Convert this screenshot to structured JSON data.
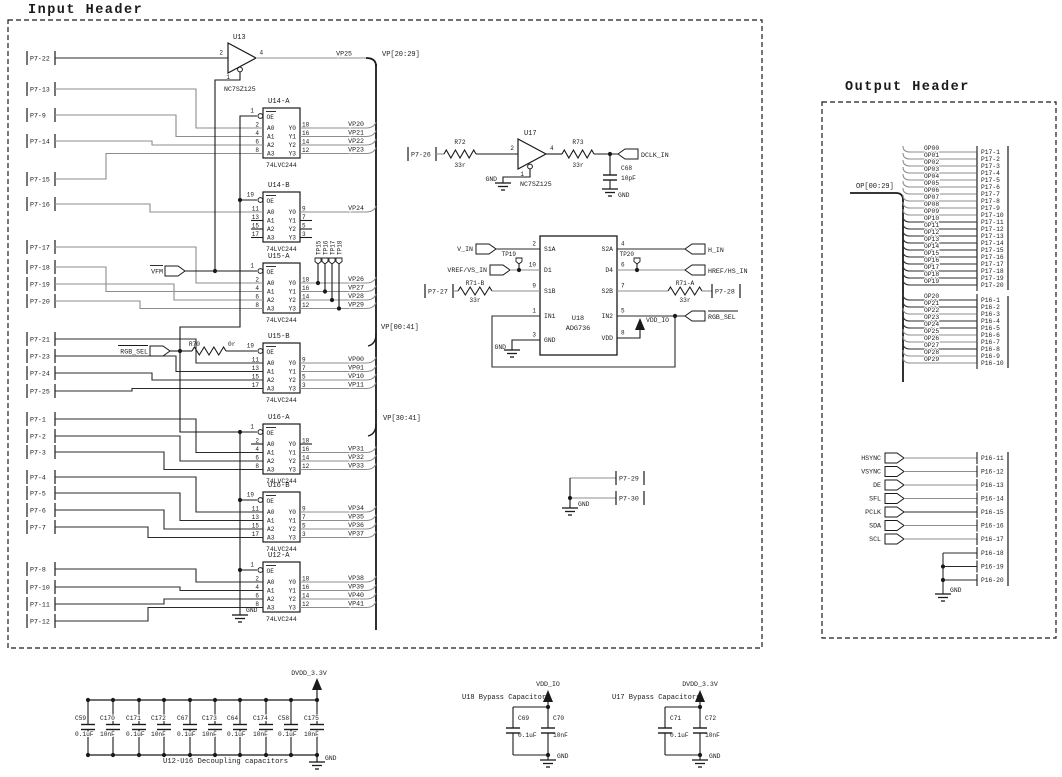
{
  "input_header": {
    "title": "Input Header",
    "p7_pins": [
      [
        "P7-22",
        58
      ],
      [
        "P7-13",
        89
      ],
      [
        "P7-9",
        115
      ],
      [
        "P7-14",
        141
      ],
      [
        "P7-15",
        179
      ],
      [
        "P7-16",
        204
      ],
      [
        "P7-17",
        247
      ],
      [
        "P7-18",
        267
      ],
      [
        "P7-19",
        284
      ],
      [
        "P7-20",
        301
      ],
      [
        "P7-21",
        339
      ],
      [
        "P7-23",
        356
      ],
      [
        "P7-24",
        373
      ],
      [
        "P7-25",
        391
      ],
      [
        "P7-1",
        419
      ],
      [
        "P7-2",
        436
      ],
      [
        "P7-3",
        452
      ],
      [
        "P7-4",
        477
      ],
      [
        "P7-5",
        493
      ],
      [
        "P7-6",
        510
      ],
      [
        "P7-7",
        527
      ],
      [
        "P7-8",
        569
      ],
      [
        "P7-10",
        587
      ],
      [
        "P7-11",
        604
      ],
      [
        "P7-12",
        621
      ]
    ],
    "u13": {
      "ref": "U13",
      "part": "NC7SZ125",
      "pin_in": "2",
      "pin_out": "4",
      "pin_oe": "1",
      "input_pin": "P7-22",
      "output_net": "VP25"
    },
    "bus_labels": {
      "top": "VP[20:29]",
      "mid": "VP[00:41]",
      "low": "VP[30:41]"
    },
    "oe_label": "OE",
    "vfm_net": "VFM",
    "rgb_sel_net": "RGB_SEL",
    "r70": {
      "ref": "R70",
      "value": "0r"
    },
    "oe_gnd": "GND",
    "test_points": [
      "TP15",
      "TP16",
      "TP17",
      "TP18"
    ],
    "blocks": [
      {
        "ref": "U14-A",
        "part": "74LVC244",
        "oe_pin": "1",
        "rows": [
          {
            "a": "A0",
            "y": "Y0",
            "a_pin": "2",
            "y_pin": "18",
            "input": "P7-13",
            "out_net": "VP20"
          },
          {
            "a": "A1",
            "y": "Y1",
            "a_pin": "4",
            "y_pin": "16",
            "input": "P7-9",
            "out_net": "VP21"
          },
          {
            "a": "A2",
            "y": "Y2",
            "a_pin": "6",
            "y_pin": "14",
            "input": "P7-14",
            "out_net": "VP22"
          },
          {
            "a": "A3",
            "y": "Y3",
            "a_pin": "8",
            "y_pin": "12",
            "input": "P7-15",
            "out_net": "VP23"
          }
        ]
      },
      {
        "ref": "U14-B",
        "part": "74LVC244",
        "oe_pin": "19",
        "rows": [
          {
            "a": "A0",
            "y": "Y0",
            "a_pin": "11",
            "y_pin": "9",
            "input": "P7-16",
            "out_net": "VP24"
          },
          {
            "a": "A1",
            "y": "Y1",
            "a_pin": "13",
            "y_pin": "7",
            "input": null,
            "out_net": null
          },
          {
            "a": "A2",
            "y": "Y2",
            "a_pin": "15",
            "y_pin": "5",
            "input": null,
            "out_net": null
          },
          {
            "a": "A3",
            "y": "Y3",
            "a_pin": "17",
            "y_pin": "3",
            "input": null,
            "out_net": null
          }
        ]
      },
      {
        "ref": "U15-A",
        "part": "74LVC244",
        "oe_pin": "1",
        "rows": [
          {
            "a": "A0",
            "y": "Y0",
            "a_pin": "2",
            "y_pin": "18",
            "input": "P7-17",
            "out_net": "VP26"
          },
          {
            "a": "A1",
            "y": "Y1",
            "a_pin": "4",
            "y_pin": "16",
            "input": "P7-18",
            "out_net": "VP27"
          },
          {
            "a": "A2",
            "y": "Y2",
            "a_pin": "6",
            "y_pin": "14",
            "input": "P7-19",
            "out_net": "VP28"
          },
          {
            "a": "A3",
            "y": "Y3",
            "a_pin": "8",
            "y_pin": "12",
            "input": "P7-20",
            "out_net": "VP29"
          }
        ]
      },
      {
        "ref": "U15-B",
        "part": "74LVC244",
        "oe_pin": "19",
        "rows": [
          {
            "a": "A0",
            "y": "Y0",
            "a_pin": "11",
            "y_pin": "9",
            "input": "P7-21",
            "out_net": "VP00"
          },
          {
            "a": "A1",
            "y": "Y1",
            "a_pin": "13",
            "y_pin": "7",
            "input": "P7-23",
            "out_net": "VP01"
          },
          {
            "a": "A2",
            "y": "Y2",
            "a_pin": "15",
            "y_pin": "5",
            "input": "P7-24",
            "out_net": "VP10"
          },
          {
            "a": "A3",
            "y": "Y3",
            "a_pin": "17",
            "y_pin": "3",
            "input": "P7-25",
            "out_net": "VP11"
          }
        ]
      },
      {
        "ref": "U16-A",
        "part": "74LVC244",
        "oe_pin": "1",
        "rows": [
          {
            "a": "A0",
            "y": "Y0",
            "a_pin": "2",
            "y_pin": "18",
            "input": null,
            "out_net": null
          },
          {
            "a": "A1",
            "y": "Y1",
            "a_pin": "4",
            "y_pin": "16",
            "input": "P7-1",
            "out_net": "VP31"
          },
          {
            "a": "A2",
            "y": "Y2",
            "a_pin": "6",
            "y_pin": "14",
            "input": "P7-2",
            "out_net": "VP32"
          },
          {
            "a": "A3",
            "y": "Y3",
            "a_pin": "8",
            "y_pin": "12",
            "input": "P7-3",
            "out_net": "VP33"
          }
        ]
      },
      {
        "ref": "U16-B",
        "part": "74LVC244",
        "oe_pin": "19",
        "rows": [
          {
            "a": "A0",
            "y": "Y0",
            "a_pin": "11",
            "y_pin": "9",
            "input": "P7-4",
            "out_net": "VP34"
          },
          {
            "a": "A1",
            "y": "Y1",
            "a_pin": "13",
            "y_pin": "7",
            "input": "P7-5",
            "out_net": "VP35"
          },
          {
            "a": "A2",
            "y": "Y2",
            "a_pin": "15",
            "y_pin": "5",
            "input": "P7-6",
            "out_net": "VP36"
          },
          {
            "a": "A3",
            "y": "Y3",
            "a_pin": "17",
            "y_pin": "3",
            "input": "P7-7",
            "out_net": "VP37"
          }
        ]
      },
      {
        "ref": "U12-A",
        "part": "74LVC244",
        "oe_pin": "1",
        "rows": [
          {
            "a": "A0",
            "y": "Y0",
            "a_pin": "2",
            "y_pin": "18",
            "input": "P7-8",
            "out_net": "VP38"
          },
          {
            "a": "A1",
            "y": "Y1",
            "a_pin": "4",
            "y_pin": "16",
            "input": "P7-10",
            "out_net": "VP39"
          },
          {
            "a": "A2",
            "y": "Y2",
            "a_pin": "6",
            "y_pin": "14",
            "input": "P7-11",
            "out_net": "VP40"
          },
          {
            "a": "A3",
            "y": "Y3",
            "a_pin": "8",
            "y_pin": "12",
            "input": "P7-12",
            "out_net": "VP41"
          }
        ]
      }
    ],
    "u17_circuit": {
      "input_pin": "P7-26",
      "r_in": {
        "ref": "R72",
        "value": "33r"
      },
      "buffer": {
        "ref": "U17",
        "part": "NC7SZ125",
        "pin_in": "2",
        "pin_out": "4",
        "pin_oe": "1"
      },
      "gnd": "GND",
      "r_out": {
        "ref": "R73",
        "value": "33r"
      },
      "cap": {
        "ref": "C68",
        "value": "10pF"
      },
      "cap_gnd": "GND",
      "output_net": "DCLK_IN"
    },
    "u18_circuit": {
      "ref": "U18",
      "part": "ADG736",
      "pins_left": [
        {
          "name": "S1A",
          "num": "2"
        },
        {
          "name": "D1",
          "num": "10"
        },
        {
          "name": "S1B",
          "num": "9"
        },
        {
          "name": "IN1",
          "num": "1"
        },
        {
          "name": "GND",
          "num": "3"
        }
      ],
      "pins_right": [
        {
          "name": "S2A",
          "num": "4"
        },
        {
          "name": "D4",
          "num": "6"
        },
        {
          "name": "S2B",
          "num": "7"
        },
        {
          "name": "IN2",
          "num": "5"
        },
        {
          "name": "VDD",
          "num": "8"
        }
      ],
      "net_v_in": "V_IN",
      "net_vref": "VREF/VS_IN",
      "tp19": "TP19",
      "pin_s1b": "P7-27",
      "r71b": {
        "ref": "R71-B",
        "value": "33r"
      },
      "gnd": "GND",
      "net_h_in": "H_IN",
      "net_href": "HREF/HS_IN",
      "tp20": "TP20",
      "pin_s2b": "P7-28",
      "r71a": {
        "ref": "R71-A",
        "value": "33r"
      },
      "net_in2": "RGB_SEL",
      "net_vdd": "VDD_IO"
    },
    "p7_29_30": {
      "pins": [
        "P7-29",
        "P7-30"
      ],
      "gnd": "GND"
    }
  },
  "output_header": {
    "title": "Output Header",
    "bus_label": "OP[00:29]",
    "p17_rows": [
      {
        "net": "OP00",
        "pin": "P17-1"
      },
      {
        "net": "OP01",
        "pin": "P17-2"
      },
      {
        "net": "OP02",
        "pin": "P17-3"
      },
      {
        "net": "OP03",
        "pin": "P17-4"
      },
      {
        "net": "OP04",
        "pin": "P17-5"
      },
      {
        "net": "OP05",
        "pin": "P17-6"
      },
      {
        "net": "OP06",
        "pin": "P17-7"
      },
      {
        "net": "OP07",
        "pin": "P17-8"
      },
      {
        "net": "OP08",
        "pin": "P17-9"
      },
      {
        "net": "OP09",
        "pin": "P17-10"
      },
      {
        "net": "OP10",
        "pin": "P17-11"
      },
      {
        "net": "OP11",
        "pin": "P17-12"
      },
      {
        "net": "OP12",
        "pin": "P17-13"
      },
      {
        "net": "OP13",
        "pin": "P17-14"
      },
      {
        "net": "OP14",
        "pin": "P17-15"
      },
      {
        "net": "OP15",
        "pin": "P17-16"
      },
      {
        "net": "OP16",
        "pin": "P17-17"
      },
      {
        "net": "OP17",
        "pin": "P17-18"
      },
      {
        "net": "OP18",
        "pin": "P17-19"
      },
      {
        "net": "OP19",
        "pin": "P17-20"
      }
    ],
    "p16_rows": [
      {
        "net": "OP20",
        "pin": "P16-1"
      },
      {
        "net": "OP21",
        "pin": "P16-2"
      },
      {
        "net": "OP22",
        "pin": "P16-3"
      },
      {
        "net": "OP23",
        "pin": "P16-4"
      },
      {
        "net": "OP24",
        "pin": "P16-5"
      },
      {
        "net": "OP25",
        "pin": "P16-6"
      },
      {
        "net": "OP26",
        "pin": "P16-7"
      },
      {
        "net": "OP27",
        "pin": "P16-8"
      },
      {
        "net": "OP28",
        "pin": "P16-9"
      },
      {
        "net": "OP29",
        "pin": "P16-10"
      }
    ],
    "signal_rows": [
      {
        "net": "HSYNC",
        "pin": "P16-11"
      },
      {
        "net": "VSYNC",
        "pin": "P16-12"
      },
      {
        "net": "DE",
        "pin": "P16-13"
      },
      {
        "net": "SFL",
        "pin": "P16-14"
      },
      {
        "net": "PCLK",
        "pin": "P16-15"
      },
      {
        "net": "SDA",
        "pin": "P16-16"
      },
      {
        "net": "SCL",
        "pin": "P16-17"
      }
    ],
    "gnd_pins": [
      "P16-18",
      "P16-19",
      "P16-20"
    ],
    "gnd": "GND"
  },
  "bottom": {
    "decoupling": {
      "label": "U12-U16 Decoupling capacitors",
      "power": "DVDD_3.3V",
      "gnd": "GND",
      "caps": [
        [
          "C59",
          "0.1uF"
        ],
        [
          "C170",
          "10nF"
        ],
        [
          "C171",
          "0.1uF"
        ],
        [
          "C172",
          "10nF"
        ],
        [
          "C67",
          "0.1uF"
        ],
        [
          "C173",
          "10nF"
        ],
        [
          "C64",
          "0.1uF"
        ],
        [
          "C174",
          "10nF"
        ],
        [
          "C58",
          "0.1uF"
        ],
        [
          "C175",
          "10nF"
        ]
      ]
    },
    "bypass_u18": {
      "label": "U18 Bypass Capacitors",
      "power": "VDD_IO",
      "gnd": "GND",
      "caps": [
        [
          "C69",
          "0.1uF"
        ],
        [
          "C70",
          "10nF"
        ]
      ]
    },
    "bypass_u17": {
      "label": "U17 Bypass Capacitors",
      "power": "DVDD_3.3V",
      "gnd": "GND",
      "caps": [
        [
          "C71",
          "0.1uF"
        ],
        [
          "C72",
          "10nF"
        ]
      ]
    }
  },
  "colors": {
    "wire_gray": "#8d8d8d",
    "wire_dark": "#1a1a1a"
  }
}
